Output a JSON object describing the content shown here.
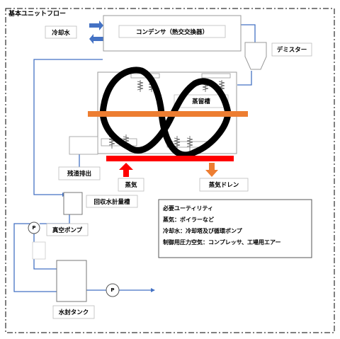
{
  "title": "基本ユニットフロー",
  "labels": {
    "cooling_water": "冷却水",
    "condenser": "コンデンサ（熱交交換器）",
    "demister": "デミスター",
    "still": "蒸留槽",
    "residue_discharge": "残渣排出",
    "steam": "蒸気",
    "steam_drain": "蒸気ドレン",
    "recovered_water_tank": "回収水計量槽",
    "vacuum_pump": "真空ポンプ",
    "water_seal_tank": "水封タンク",
    "pump_symbol_1": "P",
    "pump_symbol_2": "P"
  },
  "utilities": {
    "heading": "必要ユーティリティ",
    "lines": [
      "蒸気：ボイラーなど",
      "冷却水：冷却塔及び循環ポンプ",
      "制御用圧力空気：コンプレッサ、工場用エアー"
    ]
  },
  "colors": {
    "pipe": "#4472c4",
    "heater_bar": "#ff0000",
    "shaft": "#ed7d31",
    "steam_arrow": "#ff0000",
    "drain_arrow": "#ed7d31",
    "spiral": "#000000"
  }
}
